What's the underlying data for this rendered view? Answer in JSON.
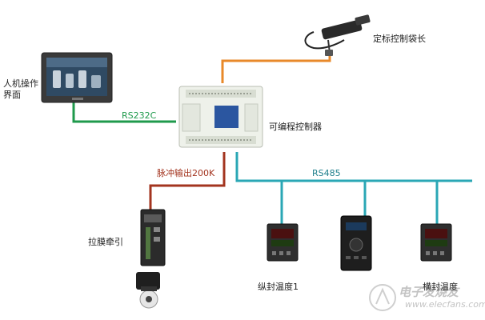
{
  "nodes": {
    "hmi": "人机操作界面",
    "plc": "可编程控制器",
    "mark_sensor": "定标控制袋长",
    "servo_drive": "拉膜牵引",
    "temp_long": "纵封温度1",
    "temp_cross": "横封温度"
  },
  "links": {
    "rs232": "RS232C",
    "rs485": "RS485",
    "pulse": "脉冲输出200K"
  },
  "watermark": {
    "text": "电子发烧友",
    "url": "www.elecfans.com"
  },
  "colors": {
    "rs232_line": "#1f9a4c",
    "rs485_line": "#2aa7b5",
    "pulse_line": "#a3341f",
    "sensor_line": "#e8892a"
  }
}
